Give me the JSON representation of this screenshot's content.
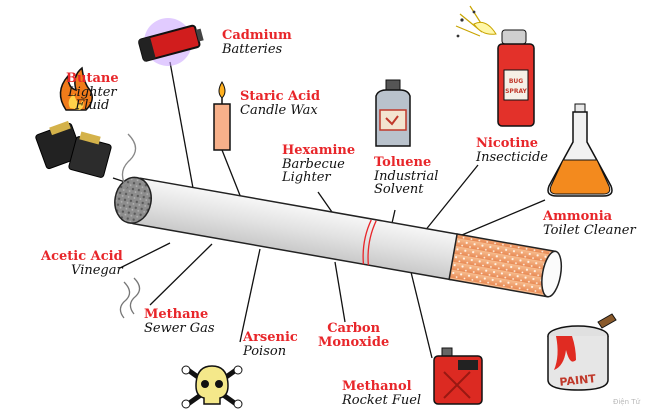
{
  "diagram": {
    "labels": [
      {
        "id": "cadmium",
        "chemical": "Cadmium",
        "use": "Batteries"
      },
      {
        "id": "butane",
        "chemical": "Butane",
        "use": "Lighter Fluid",
        "use_lines": [
          "Lighter",
          "Fluid"
        ]
      },
      {
        "id": "stearic",
        "chemical": "Staric Acid",
        "use": "Candle Wax"
      },
      {
        "id": "hexamine",
        "chemical": "Hexamine",
        "use": "Barbecue Lighter",
        "use_lines": [
          "Barbecue",
          "Lighter"
        ]
      },
      {
        "id": "toluene",
        "chemical": "Toluene",
        "use": "Industrial Solvent",
        "use_lines": [
          "Industrial",
          "Solvent"
        ]
      },
      {
        "id": "nicotine",
        "chemical": "Nicotine",
        "use": "Insecticide"
      },
      {
        "id": "ammonia",
        "chemical": "Ammonia",
        "use": "Toilet Cleaner"
      },
      {
        "id": "acetic",
        "chemical": "Acetic Acid",
        "use": "Vinegar"
      },
      {
        "id": "methane",
        "chemical": "Methane",
        "use": "Sewer Gas"
      },
      {
        "id": "arsenic",
        "chemical": "Arsenic",
        "use": "Poison"
      },
      {
        "id": "carbon",
        "chemical": "Carbon Monoxide",
        "chemical_lines": [
          "Carbon",
          "Monoxide"
        ],
        "use": ""
      },
      {
        "id": "methanol",
        "chemical": "Methanol",
        "use": "Rocket Fuel"
      }
    ],
    "icons": [
      {
        "for": "cadmium",
        "icon": "battery-icon"
      },
      {
        "for": "butane",
        "icon": "lighter-flame-icon"
      },
      {
        "for": "stearic",
        "icon": "candle-icon"
      },
      {
        "for": "toluene",
        "icon": "solvent-can-icon"
      },
      {
        "for": "nicotine",
        "icon": "spray-can-icon",
        "text": "BUG SPRAY"
      },
      {
        "for": "ammonia",
        "icon": "flask-icon"
      },
      {
        "for": "methane",
        "icon": "stink-fumes-icon"
      },
      {
        "for": "arsenic",
        "icon": "skull-crossbones-icon"
      },
      {
        "for": "methanol",
        "icon": "fuel-can-icon"
      },
      {
        "for": "paint",
        "icon": "paint-can-icon",
        "text": "PAINT"
      }
    ],
    "colors": {
      "chemical_label": "#e8262a",
      "use_label": "#111111",
      "filter": "#f0a070",
      "paper": "#e6e6e6",
      "ash": "#8a8a8a"
    },
    "watermark": "Điện Tử"
  }
}
